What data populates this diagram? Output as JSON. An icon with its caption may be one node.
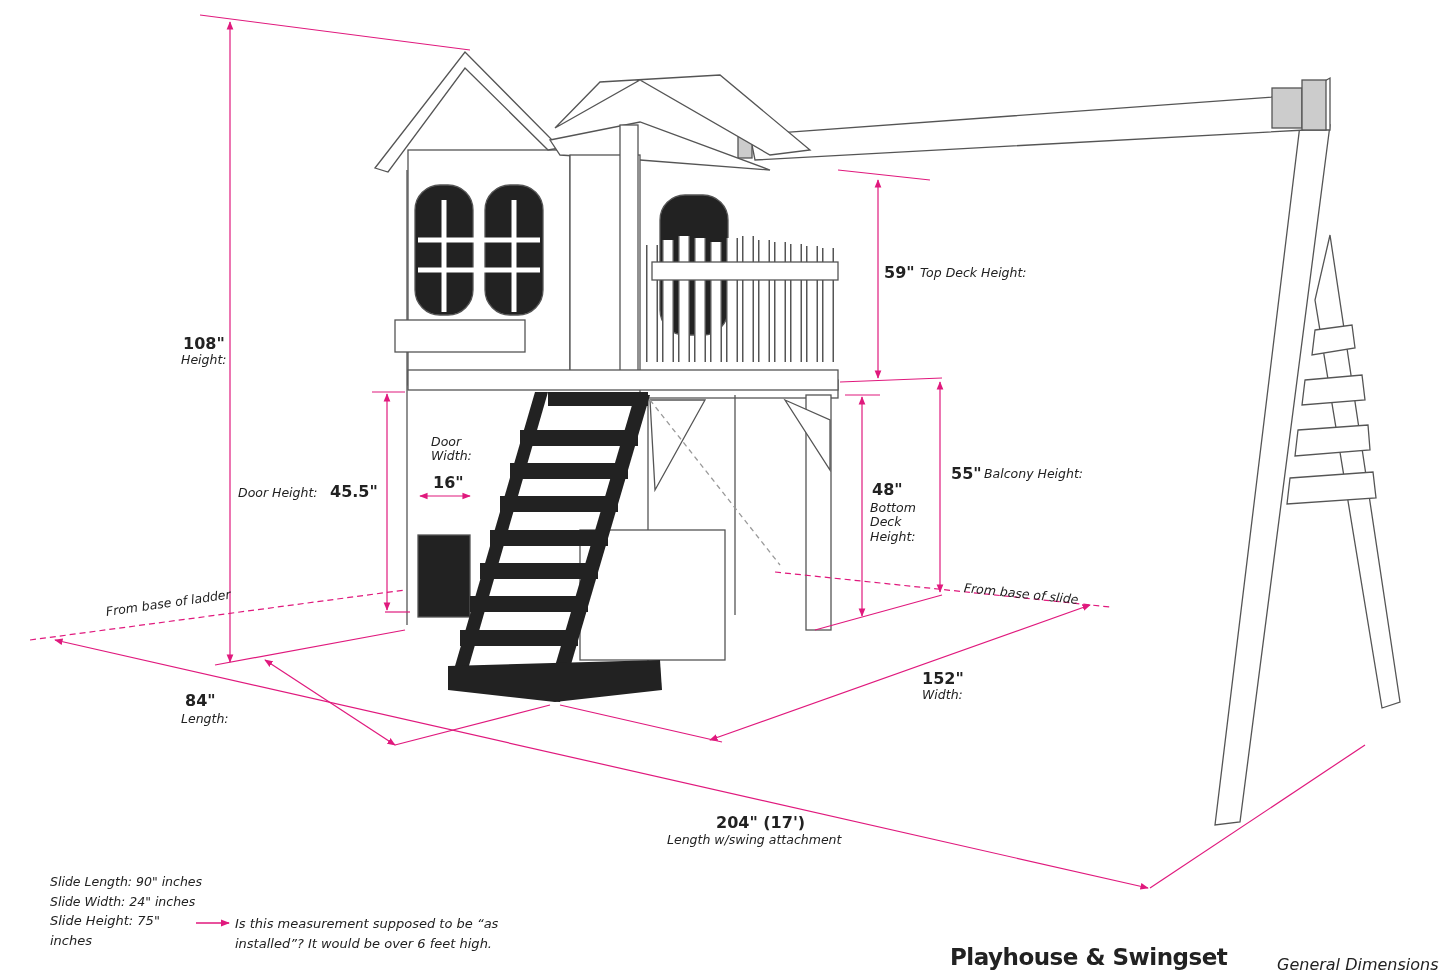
{
  "diagram": {
    "title": "Playhouse & Swingset",
    "nodes": [
      {
        "text": [
          "Slide Height: 75\" inches"
        ]
      },
      {
        "text": [
          "Is this measurement supposed to be “as installed”? It would be over 6 feet high."
        ]
      }
    ],
    "edges": [
      {
        "from": 0,
        "to": 1,
        "arrow": "to",
        "color": "#e0197d"
      }
    ],
    "labels": [
      "108\"",
      "Height:",
      "59\"",
      "Top Deck Height:",
      "Door Width:",
      "16\"",
      "Door Height:",
      "45.5\"",
      "55\"",
      "Balcony Height:",
      "48\"",
      "Bottom Deck Height:",
      "From base of ladder",
      "From base of slide",
      "84\"",
      "Length:",
      "152\"",
      "Width:",
      "204\" (17')",
      "Length w/swing attachment",
      "Slide Length: 90\" inches",
      "Slide Width: 24\" inches",
      "General Dimensions"
    ]
  }
}
